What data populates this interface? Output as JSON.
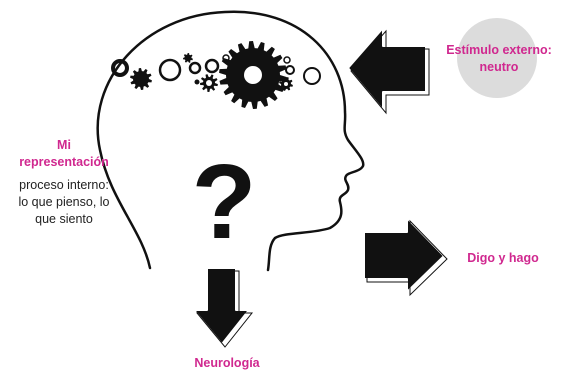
{
  "labels": {
    "stimulus": "Estímulo externo:",
    "stimulus_sub": "neutro",
    "representation_title_1": "Mi",
    "representation_title_2": "representación",
    "internal_line1": "proceso interno:",
    "internal_line2": "lo que pienso, lo",
    "internal_line3": "que siento",
    "output": "Digo y hago",
    "neurology": "Neurología",
    "question_mark": "?"
  },
  "colors": {
    "accent": "#d0288f",
    "ink": "#111111",
    "bubble": "#dcdcdc"
  },
  "icons": [
    "gear-icon",
    "arrow-left-icon",
    "arrow-right-icon",
    "arrow-down-icon",
    "question-mark-icon"
  ]
}
